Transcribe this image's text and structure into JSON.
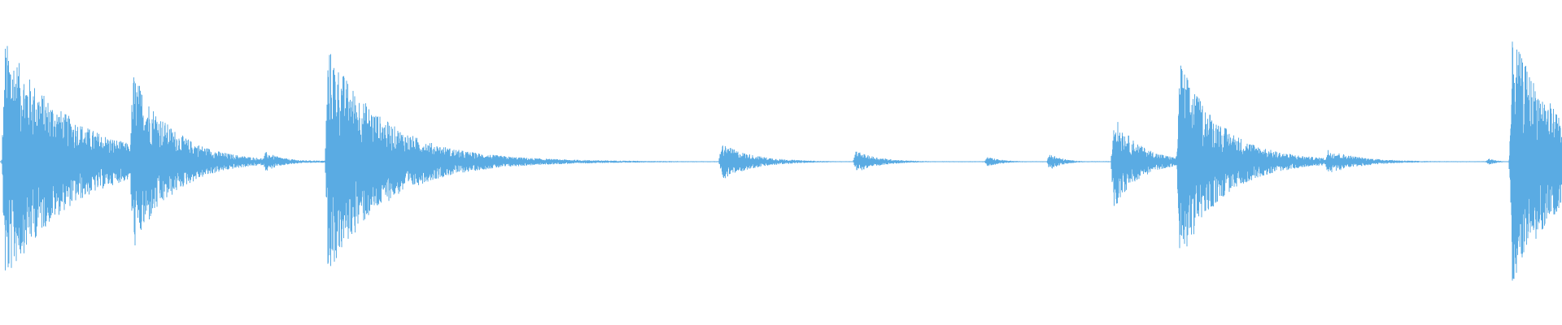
{
  "waveform": {
    "color": "#5aabe3",
    "background": "#ffffff",
    "amplitude_scale": "symmetric",
    "events": [
      {
        "time": 0.003,
        "peak": 0.93,
        "decay": 0.04,
        "tail": 0.1,
        "tail_len": 0.06
      },
      {
        "time": 0.085,
        "peak": 0.72,
        "decay": 0.025,
        "tail": 0.05,
        "tail_len": 0.035
      },
      {
        "time": 0.17,
        "peak": 0.08,
        "decay": 0.012,
        "tail": 0.03,
        "tail_len": 0.015
      },
      {
        "time": 0.21,
        "peak": 0.92,
        "decay": 0.035,
        "tail": 0.04,
        "tail_len": 0.09
      },
      {
        "time": 0.335,
        "peak": 0.02,
        "decay": 0.015,
        "tail": 0.01,
        "tail_len": 0.01
      },
      {
        "time": 0.462,
        "peak": 0.15,
        "decay": 0.02,
        "tail": 0.02,
        "tail_len": 0.02
      },
      {
        "time": 0.548,
        "peak": 0.09,
        "decay": 0.015,
        "tail": 0.01,
        "tail_len": 0.02
      },
      {
        "time": 0.632,
        "peak": 0.04,
        "decay": 0.01,
        "tail": 0.01,
        "tail_len": 0.01
      },
      {
        "time": 0.672,
        "peak": 0.07,
        "decay": 0.008,
        "tail": 0.01,
        "tail_len": 0.015
      },
      {
        "time": 0.713,
        "peak": 0.36,
        "decay": 0.015,
        "tail": 0.1,
        "tail_len": 0.035
      },
      {
        "time": 0.755,
        "peak": 0.78,
        "decay": 0.025,
        "tail": 0.1,
        "tail_len": 0.05
      },
      {
        "time": 0.799,
        "peak": 0.12,
        "decay": 0.01,
        "tail": 0.08,
        "tail_len": 0.02
      },
      {
        "time": 0.85,
        "peak": 0.1,
        "decay": 0.02,
        "tail": 0.04,
        "tail_len": 0.05
      },
      {
        "time": 0.953,
        "peak": 0.03,
        "decay": 0.005,
        "tail": 0.01,
        "tail_len": 0.005
      },
      {
        "time": 0.968,
        "peak": 0.88,
        "decay": 0.03,
        "tail": 0.2,
        "tail_len": 0.04
      }
    ]
  }
}
